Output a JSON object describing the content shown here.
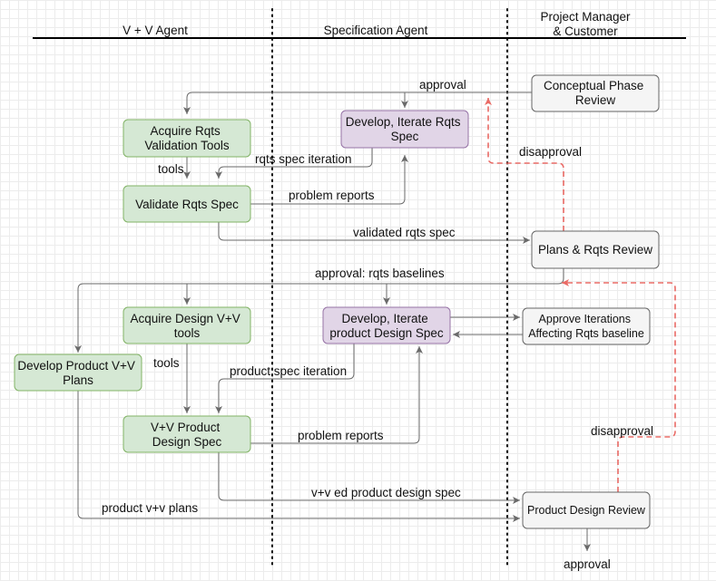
{
  "lanes": {
    "vv": "V + V Agent",
    "spec": "Specification Agent",
    "pm_line1": "Project Manager",
    "pm_line2": "& Customer"
  },
  "nodes": {
    "acquire_rqts_tools": [
      "Acquire Rqts",
      "Validation Tools"
    ],
    "develop_rqts_spec": [
      "Develop, Iterate Rqts",
      "Spec"
    ],
    "conceptual_review": [
      "Conceptual Phase",
      "Review"
    ],
    "validate_rqts_spec": [
      "Validate Rqts Spec"
    ],
    "plans_rqts_review": [
      "Plans & Rqts Review"
    ],
    "acquire_design_tools": [
      "Acquire Design V+V",
      "tools"
    ],
    "develop_product_spec": [
      "Develop, Iterate",
      "product Design Spec"
    ],
    "approve_iterations": [
      "Approve Iterations",
      "Affecting Rqts baseline"
    ],
    "develop_vv_plans": [
      "Develop Product V+V",
      "Plans"
    ],
    "vv_product_design_spec": [
      "V+V Product",
      "Design Spec"
    ],
    "product_design_review": [
      "Product Design Review"
    ]
  },
  "edges": {
    "approval": "approval",
    "disapproval_top": "disapproval",
    "tools_1": "tools",
    "rqts_spec_iteration": "rqts spec iteration",
    "problem_reports_1": "problem reports",
    "validated_rqts_spec": "validated rqts spec",
    "approval_baselines": "approval: rqts baselines",
    "tools_2": "tools",
    "product_spec_iteration": "product spec iteration",
    "problem_reports_2": "problem reports",
    "disapproval_bottom": "disapproval",
    "vved_design_spec": "v+v ed product design spec",
    "product_vv_plans": "product v+v plans",
    "approval_final": "approval"
  },
  "colors": {
    "green_fill": "#d5e8d4",
    "green_stroke": "#82b366",
    "purple_fill": "#e1d5e7",
    "purple_stroke": "#9673a6",
    "gray_fill": "#f5f5f5",
    "gray_stroke": "#666666",
    "disapproval_edge": "#ea6b66"
  }
}
